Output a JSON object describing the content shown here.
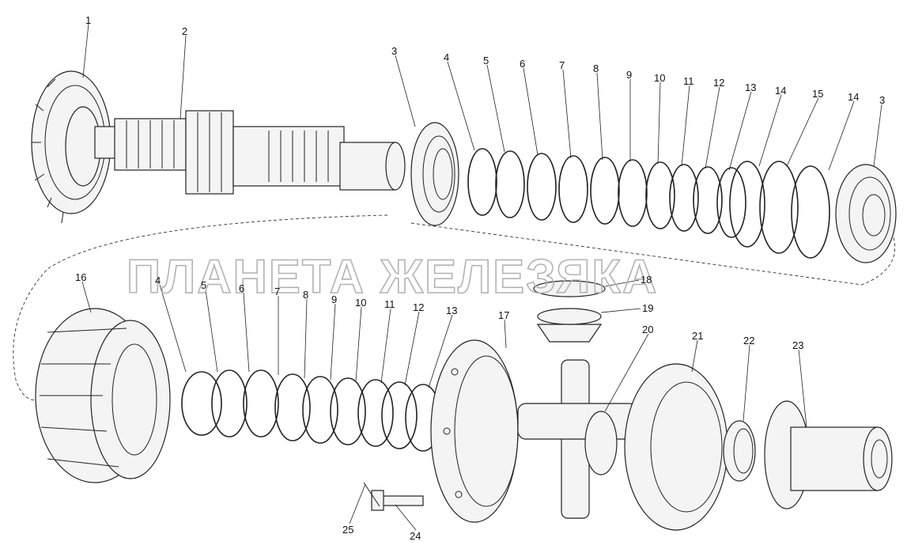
{
  "watermark": "ПЛАНЕТА ЖЕЛЕЗЯКА",
  "labels": {
    "top": [
      "1",
      "2",
      "3",
      "4",
      "5",
      "6",
      "7",
      "8",
      "9",
      "10",
      "11",
      "12",
      "13",
      "14",
      "15",
      "14",
      "3"
    ],
    "bottom": [
      "16",
      "4",
      "5",
      "6",
      "7",
      "8",
      "9",
      "10",
      "11",
      "12",
      "13",
      "17",
      "18",
      "19",
      "20",
      "21",
      "22",
      "23",
      "24",
      "25"
    ]
  },
  "colors": {
    "line": "#222222",
    "watermark": "#b3b3b3",
    "fill": "#f4f4f4"
  }
}
